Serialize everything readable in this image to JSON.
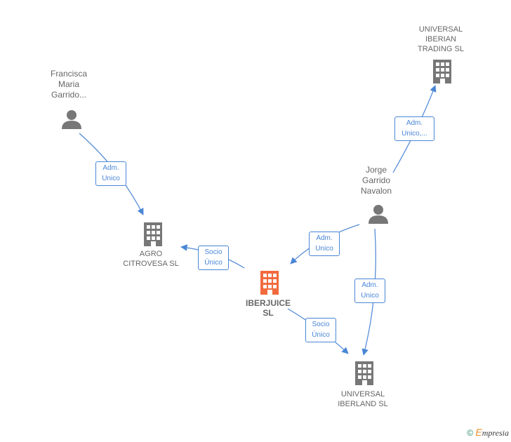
{
  "nodes": {
    "francisca": {
      "label": "Francisca\nMaria\nGarrido...",
      "type": "person"
    },
    "universal_iberian": {
      "label": "UNIVERSAL\nIBERIAN\nTRADING  SL",
      "type": "company"
    },
    "jorge": {
      "label": "Jorge\nGarrido\nNavalon",
      "type": "person"
    },
    "agro": {
      "label": "AGRO\nCITROVESA SL",
      "type": "company"
    },
    "iberjuice": {
      "label": "IBERJUICE\nSL",
      "type": "company-focus"
    },
    "universal_iberland": {
      "label": "UNIVERSAL\nIBERLAND SL",
      "type": "company"
    }
  },
  "edges": {
    "francisca_agro": "Adm.\nUnico",
    "jorge_universal_iberian": "Adm.\nUnico,...",
    "jorge_iberjuice": "Adm.\nUnico",
    "jorge_iberland": "Adm.\nUnico",
    "iberjuice_agro": "Socio\nÚnico",
    "iberjuice_iberland": "Socio\nÚnico"
  },
  "colors": {
    "edge": "#4a86d6",
    "node_gray": "#777777",
    "node_focus": "#f26a3d"
  },
  "footer": {
    "copyright": "©",
    "brand_e": "E",
    "brand_rest": "mpresia"
  }
}
